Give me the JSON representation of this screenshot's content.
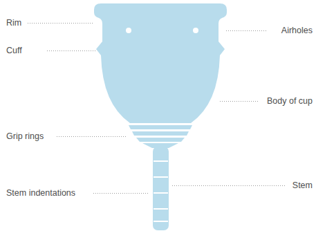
{
  "diagram": {
    "labels": [
      "Rim",
      "Airholes",
      "Cuff",
      "Body of cup",
      "Grip rings",
      "Stem",
      "Stem indentations"
    ]
  }
}
